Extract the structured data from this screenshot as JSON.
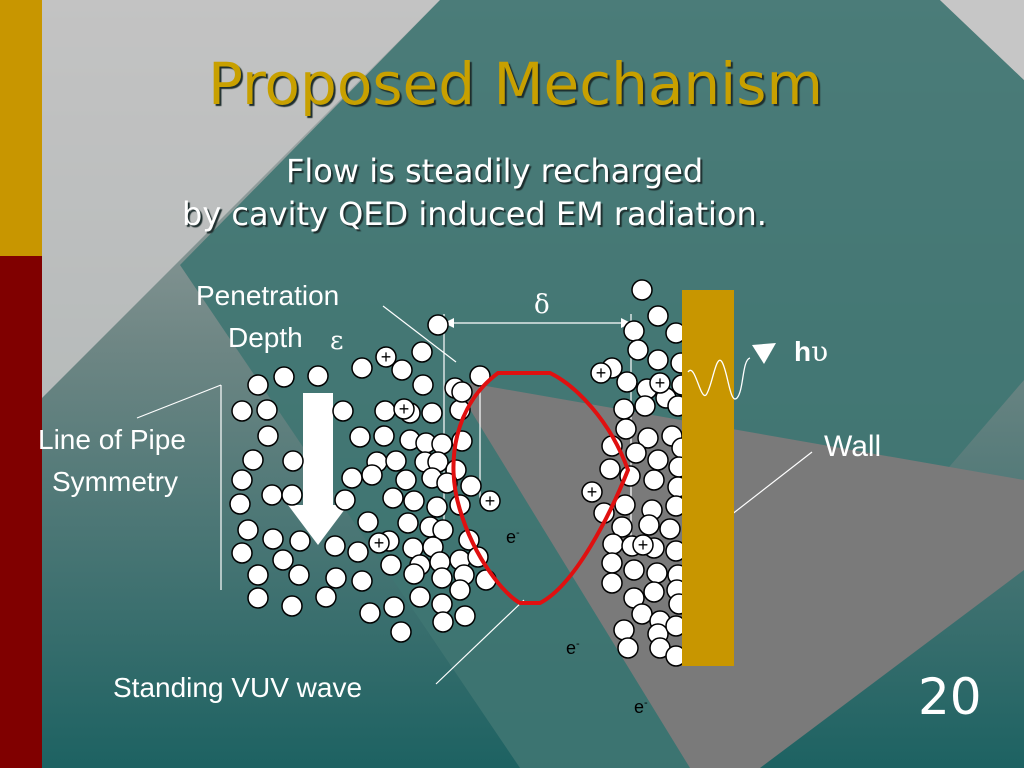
{
  "slide": {
    "title": "Proposed Mechanism",
    "subtitle_line1": "Flow is steadily recharged",
    "subtitle_line2": "by cavity QED induced EM radiation.",
    "page_number": "20"
  },
  "labels": {
    "penetration_line1": "Penetration",
    "penetration_line2": "Depth",
    "epsilon": "ε",
    "delta": "δ",
    "pipe_line1": "Line of Pipe",
    "pipe_line2": "Symmetry",
    "wall": "Wall",
    "photon_h": "h",
    "photon_nu": "υ",
    "standing_wave": "Standing VUV wave",
    "electron": "e",
    "electron_charge": "-",
    "ion_charge": "+"
  },
  "colors": {
    "title": "#c8a000",
    "gold_bar": "#c89600",
    "maroon_bar": "#800000",
    "wall": "#c89600",
    "wave": "#e01010",
    "background_top": "#c8c8c8",
    "background_bottom": "#1f6464"
  }
}
